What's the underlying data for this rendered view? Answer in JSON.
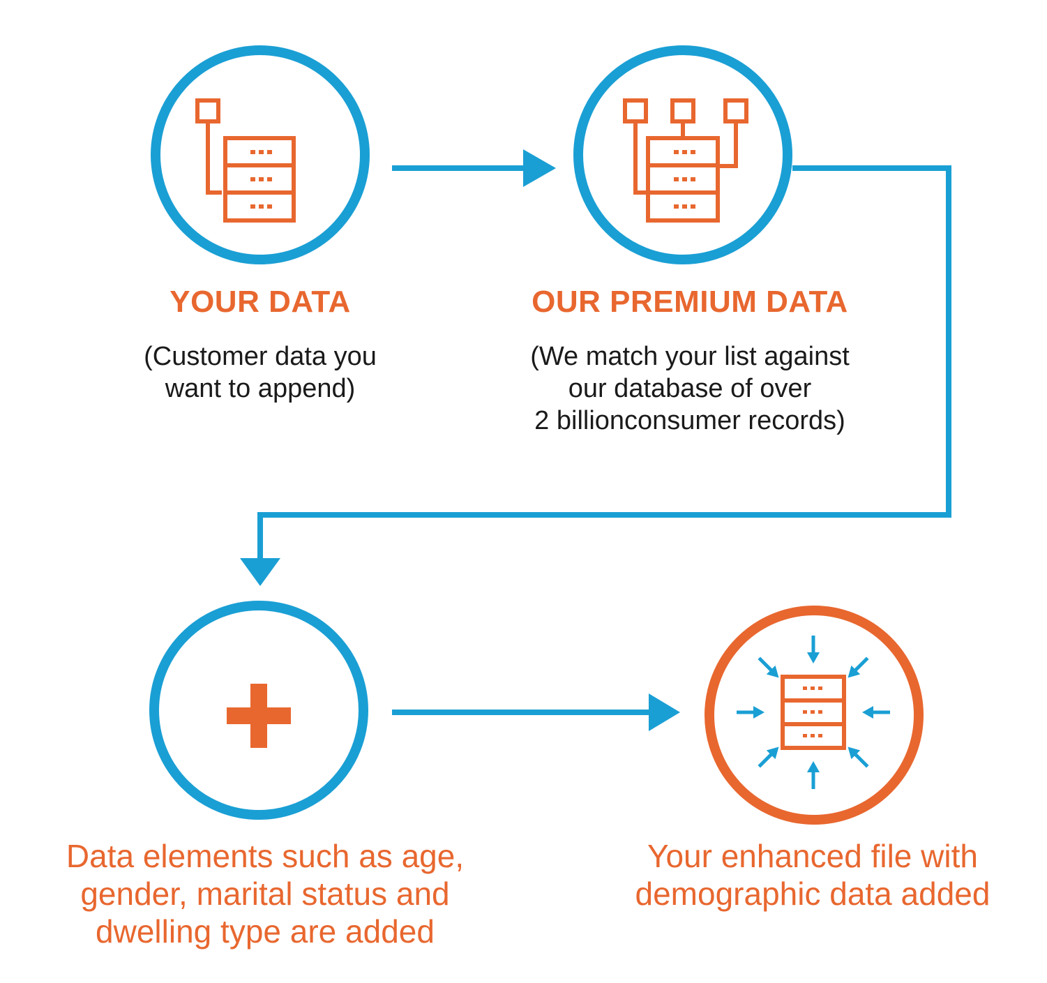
{
  "colors": {
    "blue": "#1a9fd4",
    "orange": "#e8672f",
    "text": "#1a1a1a"
  },
  "steps": [
    {
      "id": "your-data",
      "icon": "database-one-connector-icon",
      "title": "YOUR DATA",
      "description": "(Customer data you\nwant to append)"
    },
    {
      "id": "premium-data",
      "icon": "database-three-connectors-icon",
      "title": "OUR PREMIUM DATA",
      "description": "(We match your list against\nour database of over\n2 billionconsumer records)"
    },
    {
      "id": "append",
      "icon": "plus-icon",
      "caption": "Data elements such as age,\ngender, marital status and\ndwelling type are added"
    },
    {
      "id": "enhanced",
      "icon": "database-inward-arrows-icon",
      "caption": "Your enhanced file with\ndemographic data added"
    }
  ]
}
